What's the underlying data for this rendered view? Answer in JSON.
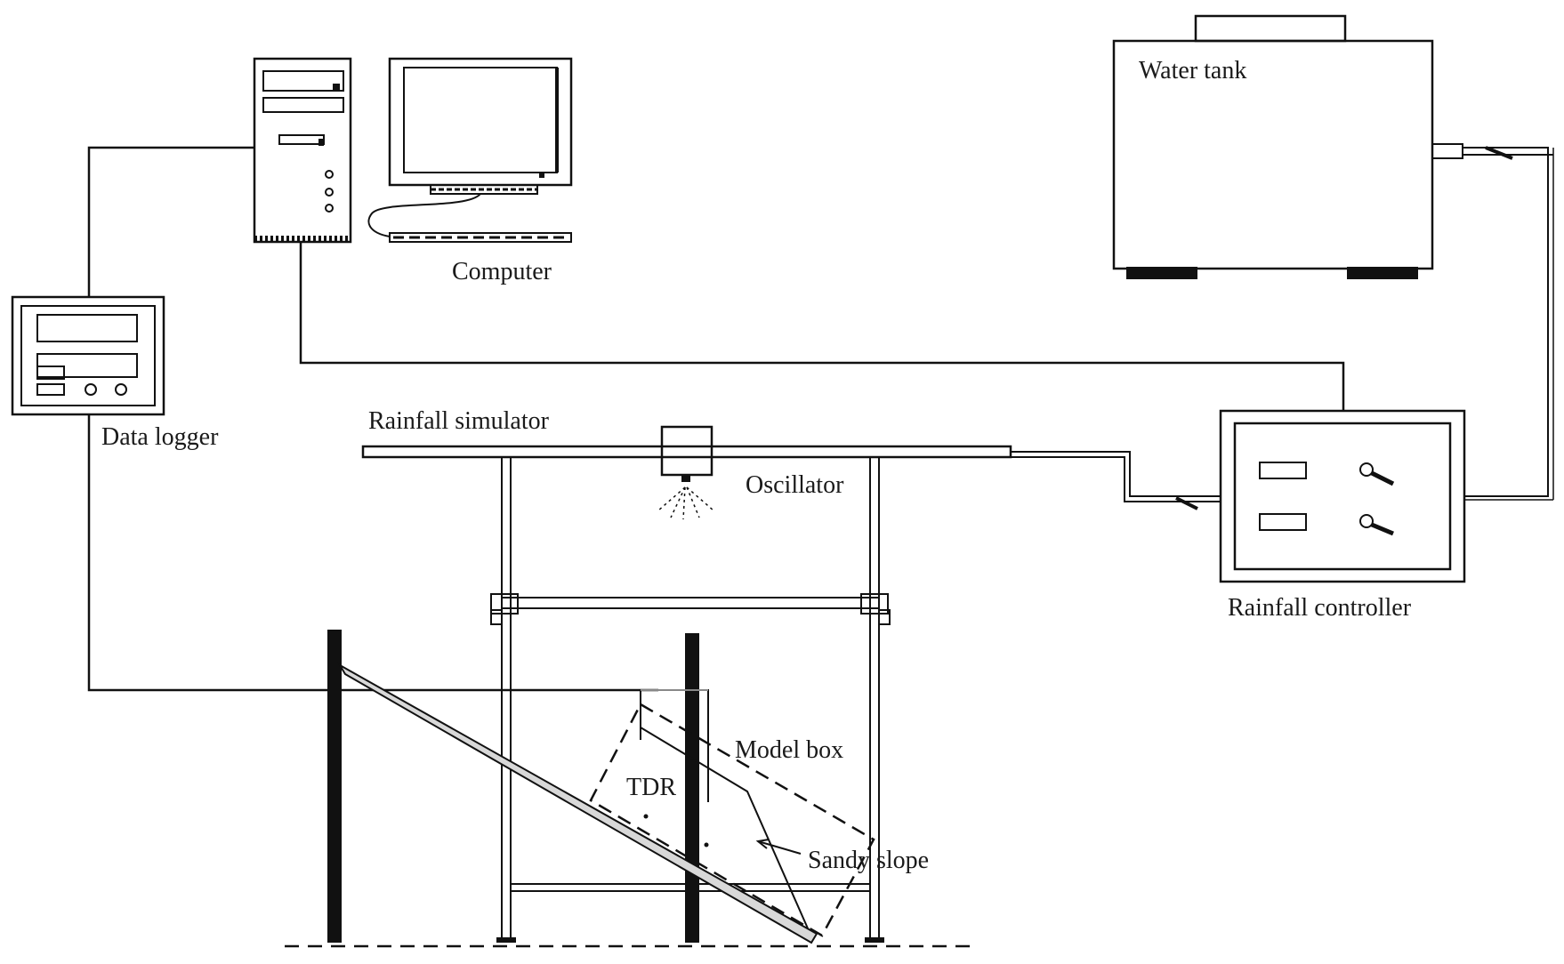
{
  "labels": {
    "computer": "Computer",
    "water_tank": "Water tank",
    "data_logger": "Data logger",
    "rainfall_simulator": "Rainfall simulator",
    "oscillator": "Oscillator",
    "rainfall_controller": "Rainfall controller",
    "model_box": "Model box",
    "tdr": "TDR",
    "sandy_slope": "Sandy slope"
  },
  "colors": {
    "stroke": "#111111",
    "background": "#ffffff"
  }
}
